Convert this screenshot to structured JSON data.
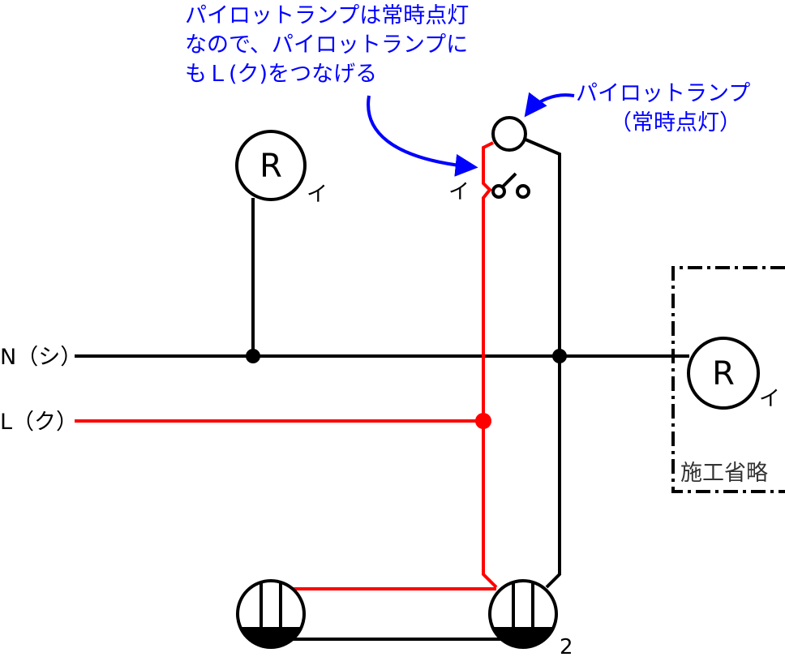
{
  "lines": {
    "neutral": "N（シ）",
    "live": "L（ク）"
  },
  "fixtures": {
    "lamp_symbol": "R",
    "circuit_id": "イ",
    "outlet_count": "2"
  },
  "annotations": {
    "note_line1": "パイロットランプは常時点灯",
    "note_line2": "なので、パイロットランプに",
    "note_line3": "もＬ(ク)をつなげる",
    "pilot_line1": "パイロットランプ",
    "pilot_line2": "（常時点灯）",
    "omitted": "施工省略"
  },
  "colors": {
    "live_wire": "#ff0000",
    "neutral_wire": "#000000",
    "annotation": "#0000ff"
  }
}
